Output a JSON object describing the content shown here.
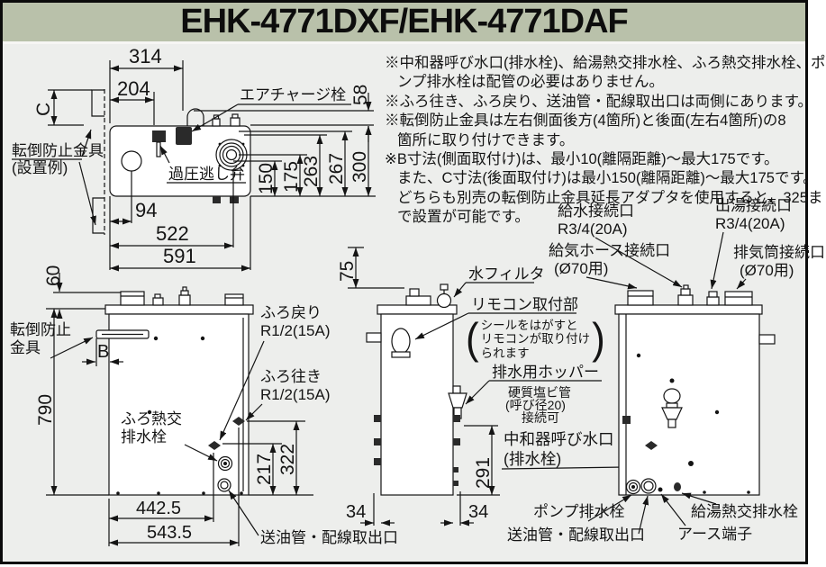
{
  "title": "EHK-4771DXF/EHK-4771DAF",
  "colors": {
    "title_bg": "#b9c1aa",
    "canvas_bg": "#edeeec",
    "ink": "#141414"
  },
  "notes": {
    "lines": [
      "※中和器呼び水口(排水栓)、給湯熱交排水栓、ふろ熱交排水栓、ポ",
      "ンプ排水栓は配管の必要はありません。",
      "※ふろ往き、ふろ戻り、送油管・配線取出口は両側にあります。",
      "※転倒防止金具は左右側面後方(4箇所)と後面(左右4箇所)の8",
      "箇所に取り付けできます。",
      "※B寸法(側面取付け)は、最小10(離隔距離)～最大175です。",
      "また、C寸法(後面取付け)は最小150(離隔距離)～最大175です。",
      "どちらも別売の転倒防止金具延長アダプタを使用すると、325ま",
      "で設置が可能です。"
    ]
  },
  "top_view": {
    "bracket_label_1": "転倒防止金具",
    "bracket_label_2": "(設置例)",
    "air_charge": "エアチャージ栓",
    "pressure_relief": "過圧逃し弁",
    "dims": {
      "w314": "314",
      "w204": "204",
      "c": "C",
      "h58": "58",
      "h150": "150",
      "h175": "175",
      "h263": "263",
      "h267": "267",
      "h300": "300",
      "w94": "94",
      "w522": "522",
      "w591": "591"
    }
  },
  "front_view": {
    "bracket_label_1": "転倒防止",
    "bracket_label_2": "金具",
    "furo_return_1": "ふろ戻り",
    "furo_return_2": "R1/2(15A)",
    "furo_supply_1": "ふろ往き",
    "furo_supply_2": "R1/2(15A)",
    "furo_hx_1": "ふろ熱交",
    "furo_hx_2": "排水栓",
    "oil_outlet": "送油管・配線取出口",
    "dims": {
      "h60": "60",
      "h790": "790",
      "b": "B",
      "h217": "217",
      "h322": "322",
      "w442": "442.5",
      "w543": "543.5"
    }
  },
  "side_view": {
    "water_filter": "水フィルタ",
    "remote_mount": "リモコン取付部",
    "remote_note_1": "シールをはがすと",
    "remote_note_2": "リモコンが取り付け",
    "remote_note_3": "られます",
    "hopper": "排水用ホッパー",
    "pvc_1": "硬質塩ビ管",
    "pvc_2": "(呼び径20)",
    "pvc_3": "接続可",
    "neutralizer_1": "中和器呼び水口",
    "neutralizer_2": "(排水栓)",
    "dims": {
      "h75": "75",
      "h291": "291",
      "w34_left": "34",
      "w34_right": "34"
    }
  },
  "back_view": {
    "water_inlet_1": "給水接続口",
    "water_inlet_2": "R3/4(20A)",
    "hw_outlet_1": "出湯接続口",
    "hw_outlet_2": "R3/4(20A)",
    "air_hose_1": "給気ホース接続口",
    "air_hose_2": "(Ø70用)",
    "flue_1": "排気筒接続口",
    "flue_2": "(Ø70用)",
    "pump_drain": "ポンプ排水栓",
    "oil_outlet": "送油管・配線取出口",
    "earth": "アース端子",
    "hw_hx_drain": "給湯熱交排水栓"
  }
}
